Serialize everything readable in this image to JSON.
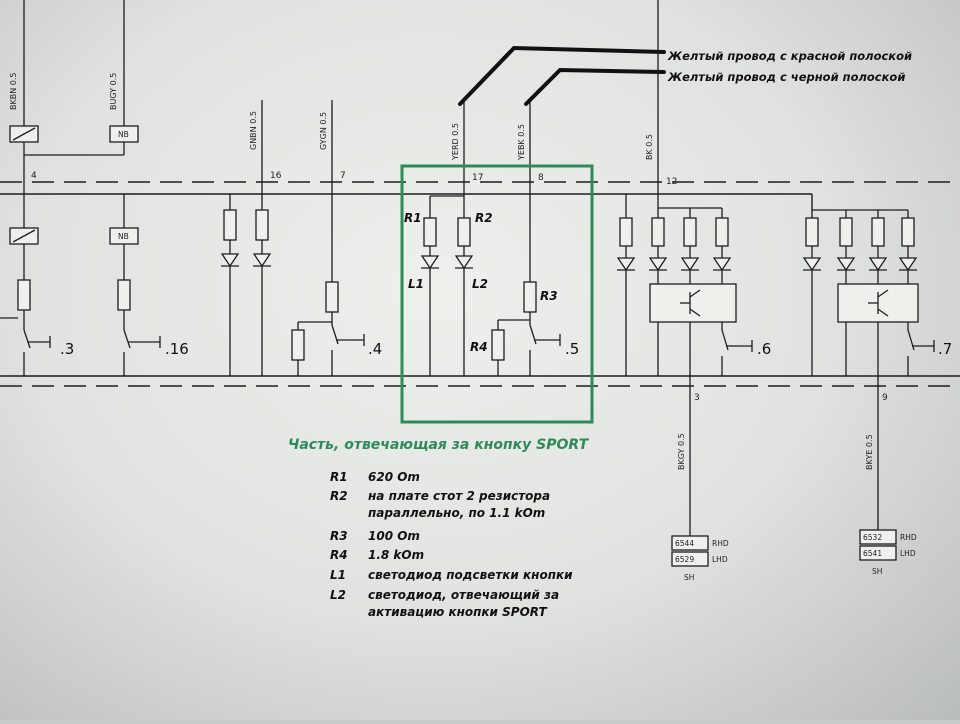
{
  "wire_codes": [
    "BKBN 0.5",
    "BUGY 0.5",
    "GNBN 0.5",
    "GYGN 0.5",
    "YERD 0.5",
    "YEBK 0.5",
    "BK 0.5",
    "BKGY 0.5",
    "BKYE 0.5"
  ],
  "module_label": "NB",
  "pins": {
    "p4": "4",
    "p16": "16",
    "p7": "7",
    "p17": "17",
    "p8": "8",
    "p12": "12",
    "p3": "3",
    "p9": "9"
  },
  "switch_labels": [
    ".3",
    ".16",
    ".4",
    ".5",
    ".6",
    ".7"
  ],
  "component_refs": {
    "r1": "R1",
    "r2": "R2",
    "r3": "R3",
    "r4": "R4",
    "l1": "L1",
    "l2": "L2"
  },
  "annotations": {
    "yellow_red": "Желтый провод с красной полоской",
    "yellow_black": "Желтый провод с черной полоской"
  },
  "highlight": {
    "caption": "Часть, отвечающая за кнопку SPORT",
    "color": "#2f8a5a"
  },
  "legend": [
    {
      "key": "R1",
      "lines": [
        "620 Om"
      ]
    },
    {
      "key": "R2",
      "lines": [
        "на плате стот 2 резистора",
        "параллельно, по 1.1 kOm"
      ]
    },
    {
      "key": "R3",
      "lines": [
        "100 Om"
      ]
    },
    {
      "key": "R4",
      "lines": [
        "1.8 kOm"
      ]
    },
    {
      "key": "L1",
      "lines": [
        "светодиод подсветки кнопки"
      ]
    },
    {
      "key": "L2",
      "lines": [
        "светодиод, отвечающий за",
        "активацию кнопки SPORT"
      ]
    }
  ],
  "connectors": [
    {
      "codes": [
        "6544",
        "6529"
      ],
      "sides": [
        "RHD",
        "LHD"
      ],
      "footer": "SH"
    },
    {
      "codes": [
        "6532",
        "6541"
      ],
      "sides": [
        "RHD",
        "LHD"
      ],
      "footer": "SH"
    }
  ]
}
